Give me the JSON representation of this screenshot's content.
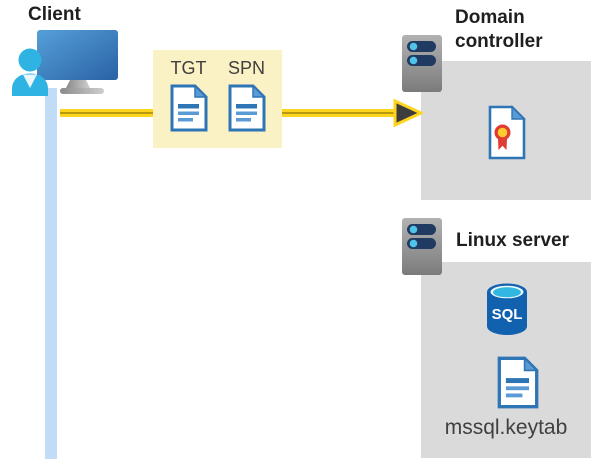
{
  "diagram": {
    "client": {
      "label": "Client"
    },
    "ticket_box": {
      "tgt_label": "TGT",
      "spn_label": "SPN"
    },
    "domain_controller": {
      "label": "Domain controller"
    },
    "linux_server": {
      "label": "Linux server",
      "sql_label": "SQL",
      "keytab_label": "mssql.keytab"
    },
    "icons": {
      "client": "person-at-computer-icon",
      "ticket_box": [
        "document-icon",
        "document-icon"
      ],
      "domain_controller": [
        "server-icon",
        "certificate-icon"
      ],
      "linux_server": [
        "server-icon",
        "sql-database-icon",
        "document-icon"
      ],
      "flow": "yellow-arrow-right"
    },
    "colors": {
      "arrow_yellow": "#ffd41e",
      "arrow_stripe": "#b8990a",
      "arrowhead_gray": "#3d3d3d",
      "ticket_box_bg": "#faf1c5",
      "panel_gray": "#dadada",
      "timeline_blue": "#c2dcf7",
      "doc_border_blue": "#2e75b6",
      "doc_fold_blue": "#5b9bd5",
      "person_cyan": "#2fb3e3",
      "monitor_blue": "#3d7fc1",
      "server_bar_navy": "#203a62",
      "server_dot_cyan": "#4fc3e8",
      "sql_body_blue": "#1261ae",
      "sql_top_cyan": "#31b7e0",
      "cert_ribbon_red": "#e03c31",
      "cert_seal_yellow": "#ffcc2f",
      "title_text": "#1f1f1f",
      "secondary_text": "#404040"
    }
  }
}
